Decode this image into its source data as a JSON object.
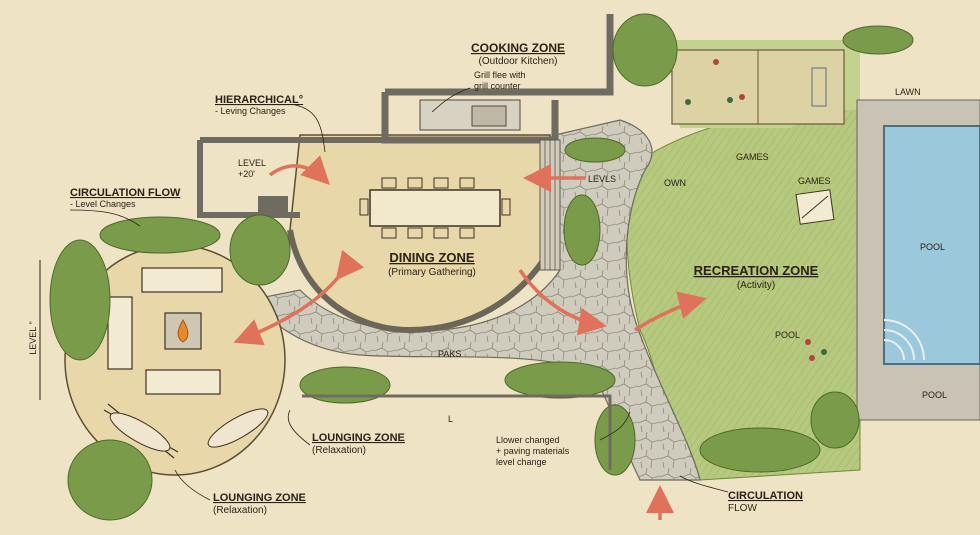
{
  "labels": {
    "cooking_title": "COOKING ZONE",
    "cooking_sub": "(Outdoor Kitchen)",
    "grill_note_1": "Grill flee with",
    "grill_note_2": "grill counter",
    "hierarchical_title": "HIERARCHICAL°",
    "hierarchical_sub": "- Leving Changes",
    "level_20_1": "LEVEL",
    "level_20_2": "+20'",
    "circ_title": "CIRCULATION FLOW",
    "circ_sub": "- Level Changes",
    "dining_title": "DINING ZONE",
    "dining_sub": "(Primary Gathering)",
    "levels_tag": "LEVLS",
    "own_tag": "OWN",
    "games_1": "GAMES",
    "games_2": "GAMES",
    "lawn": "LAWN",
    "pool_main": "POOL",
    "pool_lower": "POOL",
    "pool_lawn": "POOL",
    "recreation_title": "RECREATION ZONE",
    "recreation_sub": "(Activity)",
    "paks": "PAKS",
    "level_vertical": "LEVEL \"",
    "l_mark": "L",
    "lounging1_title": "LOUNGING ZONE",
    "lounging1_sub": "(Relaxation)",
    "lounging2_title": "LOUNGING ZONE",
    "lounging2_sub": "(Relaxation)",
    "lower_note_1": "Llower changed",
    "lower_note_2": "+ paving materials",
    "lower_note_3": "level change",
    "circ2_title": "CIRCULATION",
    "circ2_sub": "FLOW"
  },
  "colors": {
    "paper": "#efe3c6",
    "lawn": "#b6c97e",
    "shrub": "#7a9c4a",
    "patio": "#e8d7a8",
    "paving": "#cfcbbd",
    "wall": "#7b776c",
    "pool_water": "#9cc8dc",
    "arrow": "#e0715a",
    "ink": "#2b2216"
  }
}
